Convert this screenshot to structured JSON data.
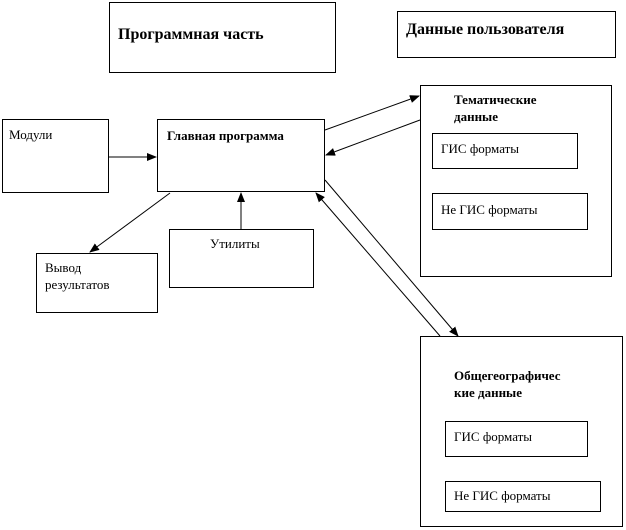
{
  "headers": {
    "software_part": "Программная часть",
    "user_data": "Данные пользователя"
  },
  "nodes": {
    "modules": "Модули",
    "main_program": "Главная программа",
    "utilities": "Утилиты",
    "output": "Вывод\nрезультатов",
    "thematic": {
      "title": "Тематические\nданные",
      "gis_formats": "ГИС форматы",
      "non_gis_formats": "Не ГИС форматы"
    },
    "general": {
      "title": "Общегеографичес\nкие данные",
      "gis_formats": "ГИС форматы",
      "non_gis_formats": "Не ГИС форматы"
    }
  }
}
